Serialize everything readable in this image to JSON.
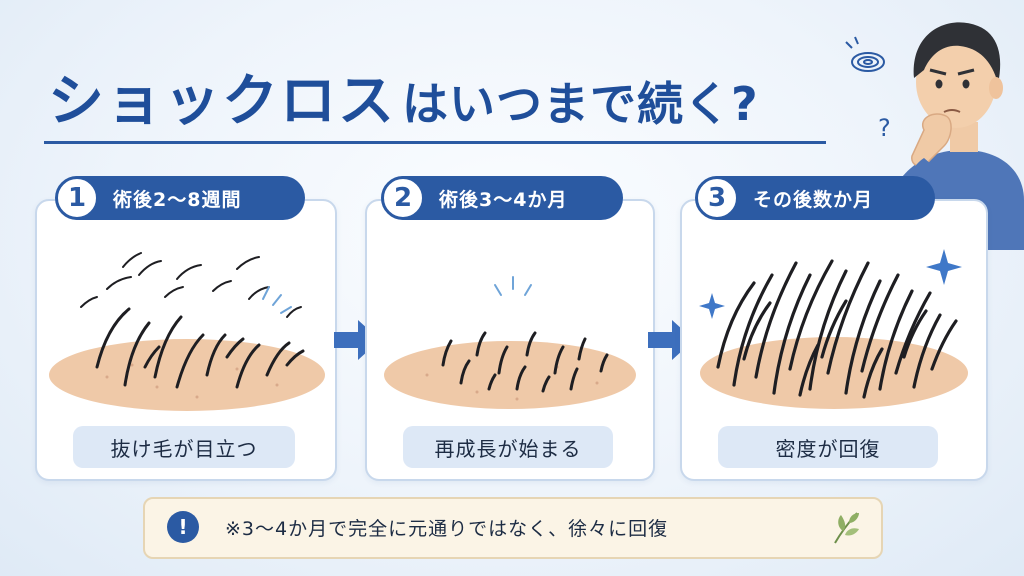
{
  "title": {
    "main": "ショックロス",
    "tail": "はいつまで続く?"
  },
  "panels": [
    {
      "number": "1",
      "period": "術後2〜8週間",
      "caption": "抜け毛が目立つ"
    },
    {
      "number": "2",
      "period": "術後3〜4か月",
      "caption": "再成長が始まる"
    },
    {
      "number": "3",
      "period": "その後数か月",
      "caption": "密度が回復"
    }
  ],
  "note": {
    "icon": "exclamation-icon",
    "text": "※3〜4か月で完全に元通りではなく、徐々に回復"
  },
  "colors": {
    "accent": "#2b5aa3",
    "title": "#1f4e9a",
    "caption_bg": "#dde8f6",
    "note_bg": "#fbf4e6",
    "scalp": "#efc9a8"
  }
}
